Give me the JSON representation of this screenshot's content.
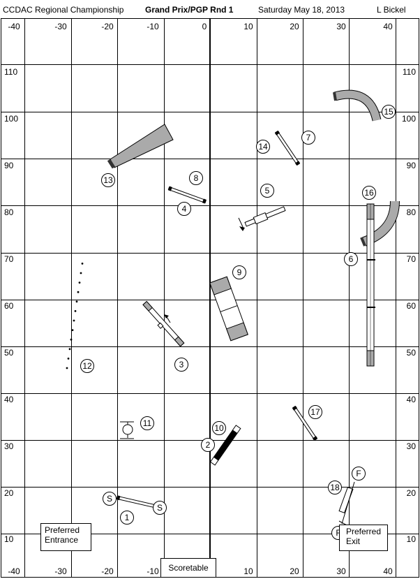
{
  "header": {
    "event": "CCDAC Regional Championship",
    "class": "Grand Prix/PGP Rnd 1",
    "date": "Saturday May 18, 2013",
    "judge": "L Bickel"
  },
  "axes": {
    "x_ticks": [
      "-40",
      "-30",
      "-20",
      "-10",
      "0",
      "10",
      "20",
      "30",
      "40"
    ],
    "bottom_ticks": [
      "-40",
      "-30",
      "-20",
      "-10",
      "",
      "10",
      "20",
      "30",
      "40"
    ],
    "y_ticks": [
      "110",
      "100",
      "90",
      "80",
      "70",
      "60",
      "50",
      "40",
      "30",
      "20",
      "10"
    ]
  },
  "notes": {
    "entrance": "Preferred Entrance",
    "exit": "Preferred Exit",
    "scoretable": "Scoretable"
  },
  "obstacle_numbers": [
    "1",
    "2",
    "3",
    "4",
    "5",
    "6",
    "7",
    "8",
    "9",
    "10",
    "11",
    "12",
    "13",
    "14",
    "15",
    "16",
    "17",
    "18"
  ],
  "start_finish": {
    "start": "S",
    "finish": "F"
  }
}
